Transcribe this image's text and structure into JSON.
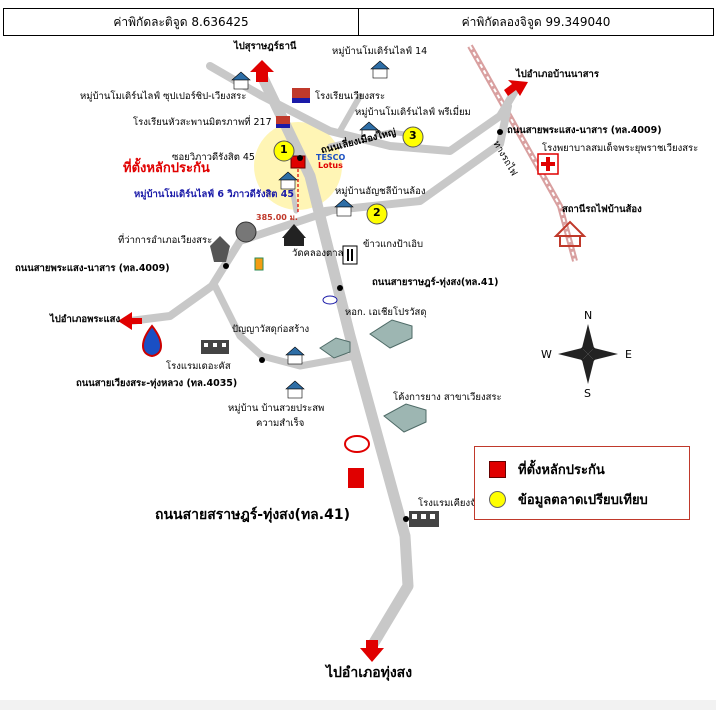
{
  "coords": {
    "latitude": "ค่าพิกัดละติจูด 8.636425",
    "longitude": "ค่าพิกัดลองจิจูด 99.349040"
  },
  "labels": {
    "to_surat": "ไปสุราษฎร์ธานี",
    "village_modern_14": "หมู่บ้านโมเดิร์นไลฟ์ 14",
    "to_na_san": "ไปอำเภอบ้านนาสาร",
    "village_super_chip": "หมู่บ้านโมเดิร์นไลฟ์ ซุปเปอร์ชิป-เวียงสระ",
    "school_wiangsa": "โรงเรียนเวียงสระ",
    "village_premium": "หมู่บ้านโมเดิร์นไลฟ์ พรีเมี่ยม",
    "school_mitraphap": "โรงเรียนหัวสะพานมิตรภาพที่ 217",
    "road_bypass": "ถนนเลี่ยงเมืองใหญ่",
    "road_phrasaeng_naasan_right": "ถนนสายพระแสง-นาสาร (ทล.4009)",
    "hospital": "โรงพยาบาลสมเด็จพระยุพราชเวียงสระ",
    "railway": "ทางรถไฟ",
    "soi_45": "ซอยวิภาวดีรังสิต 45",
    "tesco": "TESCO",
    "lotus": "Lotus",
    "collateral_location": "ที่ตั้งหลักประกัน",
    "village_modern_6": "หมู่บ้านโมเดิร์นไลฟ์ 6 วิภาวดีรังสิต 45",
    "distance": "385.00 ม.",
    "village_anchali": "หมู่บ้านอัญชลีบ้านล้อง",
    "railway_station": "สถานีรถไฟบ้านส้อง",
    "district_office": "ที่ว่าการอำเภอเวียงสระ",
    "temple": "วัดคลองตาล",
    "rice_mill": "ข้าวแกงป้าเอิบ",
    "road_phrasaeng_naasan_left": "ถนนสายพระแสง-นาสาร (ทล.4009)",
    "road_surat_thungsong_41": "ถนนสายราษฎร์-ทุ่งสง(ทล.41)",
    "to_phrasaeng": "ไปอำเภอพระแสง",
    "dorm": "หอก. เอเชียโปรวัสดุ",
    "construction_store": "ปัญญาวัสดุก่อสร้าง",
    "hotel_resort": "โรงแรมเดอะคัส",
    "road_wiangsa_thungluang": "ถนนสายเวียงสระ-ทุ่งหลวง (ทล.4035)",
    "village_suan": "หมู่บ้าน บ้านสวยประสพ",
    "village_suan2": "ความสำเร็จ",
    "rubber_warehouse": "โค้งการยาง สาขาเวียงสระ",
    "hotel_south": "โรงแรมเคียงจันทร์",
    "road_main_big": "ถนนสายสราษฎร์-ทุ่งสง(ทล.41)",
    "to_thungsong": "ไปอำเภอทุ่งสง",
    "n1": "1",
    "n2": "2",
    "n3": "3"
  },
  "compass": {
    "n": "N",
    "s": "S",
    "e": "E",
    "w": "W"
  },
  "legend": {
    "collateral": "ที่ตั้งหลักประกัน",
    "comparable": "ข้อมูลตลาดเปรียบเทียบ"
  },
  "colors": {
    "road": "#c8c8c8",
    "arrow": "#e00000",
    "marker": "#ffff00",
    "buffer": "#fff3a8"
  }
}
